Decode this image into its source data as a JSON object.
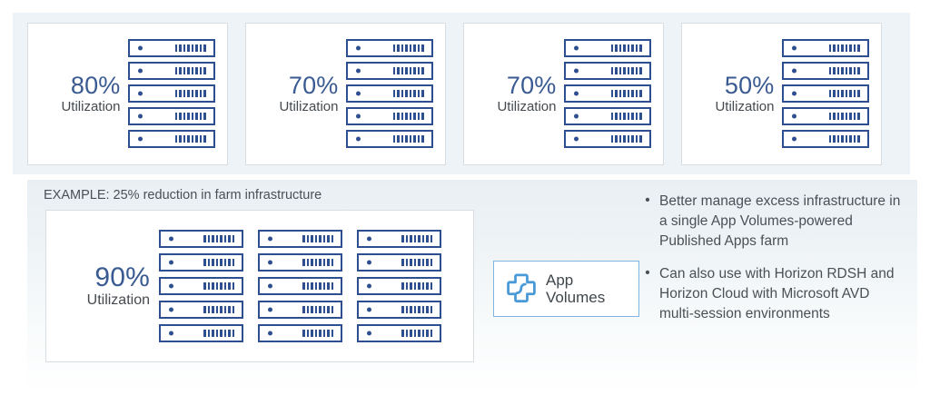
{
  "top_panel": {
    "cards": [
      {
        "percent": "80%",
        "label": "Utilization",
        "server_count": 5,
        "icon": "server-icon"
      },
      {
        "percent": "70%",
        "label": "Utilization",
        "server_count": 5,
        "icon": "server-icon"
      },
      {
        "percent": "70%",
        "label": "Utilization",
        "server_count": 5,
        "icon": "server-icon"
      },
      {
        "percent": "50%",
        "label": "Utilization",
        "server_count": 5,
        "icon": "server-icon"
      }
    ]
  },
  "bottom_panel": {
    "example_heading": "EXAMPLE: 25% reduction in farm infrastructure",
    "farm": {
      "percent": "90%",
      "label": "Utilization",
      "columns": 3,
      "servers_per_column": 5,
      "icon": "server-icon"
    },
    "badge": {
      "icon": "app-volumes-logo-icon",
      "line1": "App",
      "line2": "Volumes"
    },
    "bullets": [
      {
        "marker": "•",
        "text": "Better manage excess infrastructure in a single App Volumes-powered Published Apps farm"
      },
      {
        "marker": "•",
        "text": "Can also use with Horizon RDSH and Horizon Cloud with Microsoft AVD multi-session environments"
      }
    ]
  },
  "colors": {
    "panel_background": "#eef3f7",
    "card_background": "#ffffff",
    "card_border": "#d8dde2",
    "server_outline": "#2e4f8f",
    "percent_text": "#3a5b92",
    "body_text": "#4a5055",
    "badge_border": "#7fb4e0",
    "logo_blue": "#4a9ad8"
  }
}
